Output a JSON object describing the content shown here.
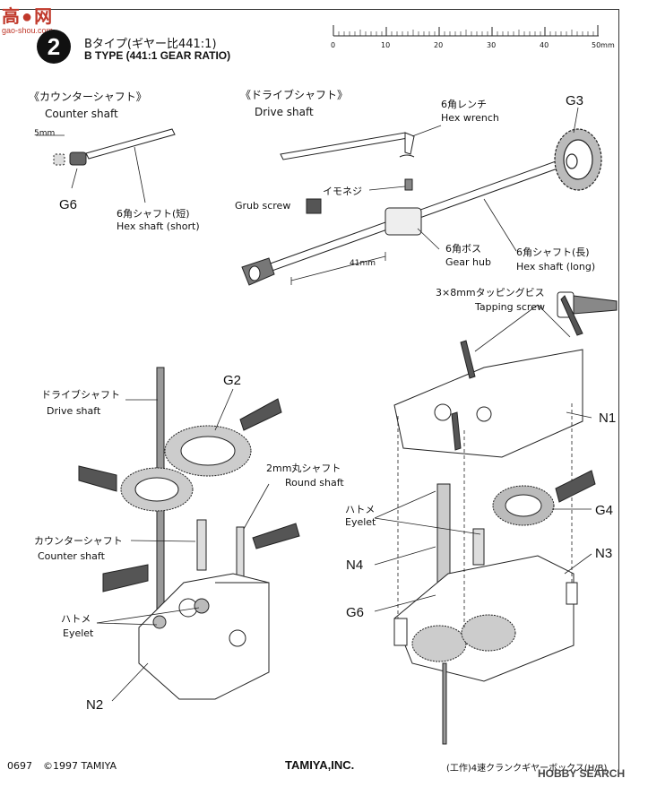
{
  "watermark_top": {
    "brand": "高●网",
    "url": "gao-shou.com"
  },
  "step": {
    "number": "2",
    "title_jp": "Bタイプ(ギヤー比441:1)",
    "title_en": "B TYPE (441:1 GEAR RATIO)"
  },
  "ruler": {
    "ticks": [
      "0",
      "10",
      "20",
      "30",
      "40",
      "50mm"
    ]
  },
  "sections": {
    "counter_shaft": {
      "jp": "《カウンターシャフト》",
      "en": "Counter shaft"
    },
    "drive_shaft": {
      "jp": "《ドライブシャフト》",
      "en": "Drive shaft"
    }
  },
  "callouts": {
    "five_mm": "5mm",
    "g6_top": "G6",
    "hex_short_jp": "6角シャフト(短)",
    "hex_short_en": "Hex shaft (short)",
    "hex_wrench_jp": "6角レンチ",
    "hex_wrench_en": "Hex wrench",
    "g3": "G3",
    "grub_jp": "イモネジ",
    "grub_en": "Grub screw",
    "gear_hub_jp": "6角ボス",
    "gear_hub_en": "Gear hub",
    "hex_long_jp": "6角シャフト(長)",
    "hex_long_en": "Hex shaft (long)",
    "dim_41": "41mm",
    "tapping_jp": "3×8mmタッピングビス",
    "tapping_en": "Tapping screw",
    "drive_jp": "ドライブシャフト",
    "drive_en": "Drive shaft",
    "g2": "G2",
    "round_jp": "2mm丸シャフト",
    "round_en": "Round shaft",
    "counter_jp": "カウンターシャフト",
    "counter_en": "Counter shaft",
    "eyelet_jp": "ハトメ",
    "eyelet_en": "Eyelet",
    "n2": "N2",
    "n1": "N1",
    "eyelet2_jp": "ハトメ",
    "eyelet2_en": "Eyelet",
    "g4": "G4",
    "n4": "N4",
    "n3": "N3",
    "g6_bottom": "G6"
  },
  "footer": {
    "code": "0697",
    "copyright": "©1997 TAMIYA",
    "company": "TAMIYA,INC.",
    "product": "(工作)4速クランクギヤーボックス(H/B)",
    "watermark": "HOBBY SEARCH"
  }
}
